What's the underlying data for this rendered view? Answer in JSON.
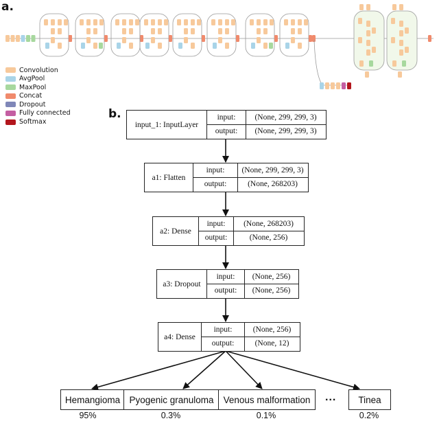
{
  "panel_a": {
    "label": "a.",
    "legend": [
      {
        "name": "Convolution",
        "color": "#f7c99b"
      },
      {
        "name": "AvgPool",
        "color": "#a9d4e8"
      },
      {
        "name": "MaxPool",
        "color": "#a7d89e"
      },
      {
        "name": "Concat",
        "color": "#f08a6c"
      },
      {
        "name": "Dropout",
        "color": "#7f87b8"
      },
      {
        "name": "Fully connected",
        "color": "#c45ea2"
      },
      {
        "name": "Softmax",
        "color": "#b3161d"
      }
    ],
    "colors": {
      "module_fill": "#f1f8ea",
      "line": "#999999"
    }
  },
  "panel_b": {
    "label": "b.",
    "layers": [
      {
        "name": "input_1: InputLayer",
        "input_label": "input:",
        "input": "(None, 299, 299, 3)",
        "output_label": "output:",
        "output": "(None, 299, 299, 3)"
      },
      {
        "name": "a1: Flatten",
        "input_label": "input:",
        "input": "(None, 299, 299, 3)",
        "output_label": "output:",
        "output": "(None, 268203)"
      },
      {
        "name": "a2: Dense",
        "input_label": "input:",
        "input": "(None, 268203)",
        "output_label": "output:",
        "output": "(None, 256)"
      },
      {
        "name": "a3: Dropout",
        "input_label": "input:",
        "input": "(None, 256)",
        "output_label": "output:",
        "output": "(None, 256)"
      },
      {
        "name": "a4: Dense",
        "input_label": "input:",
        "input": "(None, 256)",
        "output_label": "output:",
        "output": "(None, 12)"
      }
    ],
    "classes": [
      {
        "label": "Hemangioma",
        "prob": "95%"
      },
      {
        "label": "Pyogenic granuloma",
        "prob": "0.3%"
      },
      {
        "label": "Venous malformation",
        "prob": "0.1%"
      },
      {
        "label": "Tinea",
        "prob": "0.2%"
      }
    ],
    "ellipsis": "..."
  }
}
